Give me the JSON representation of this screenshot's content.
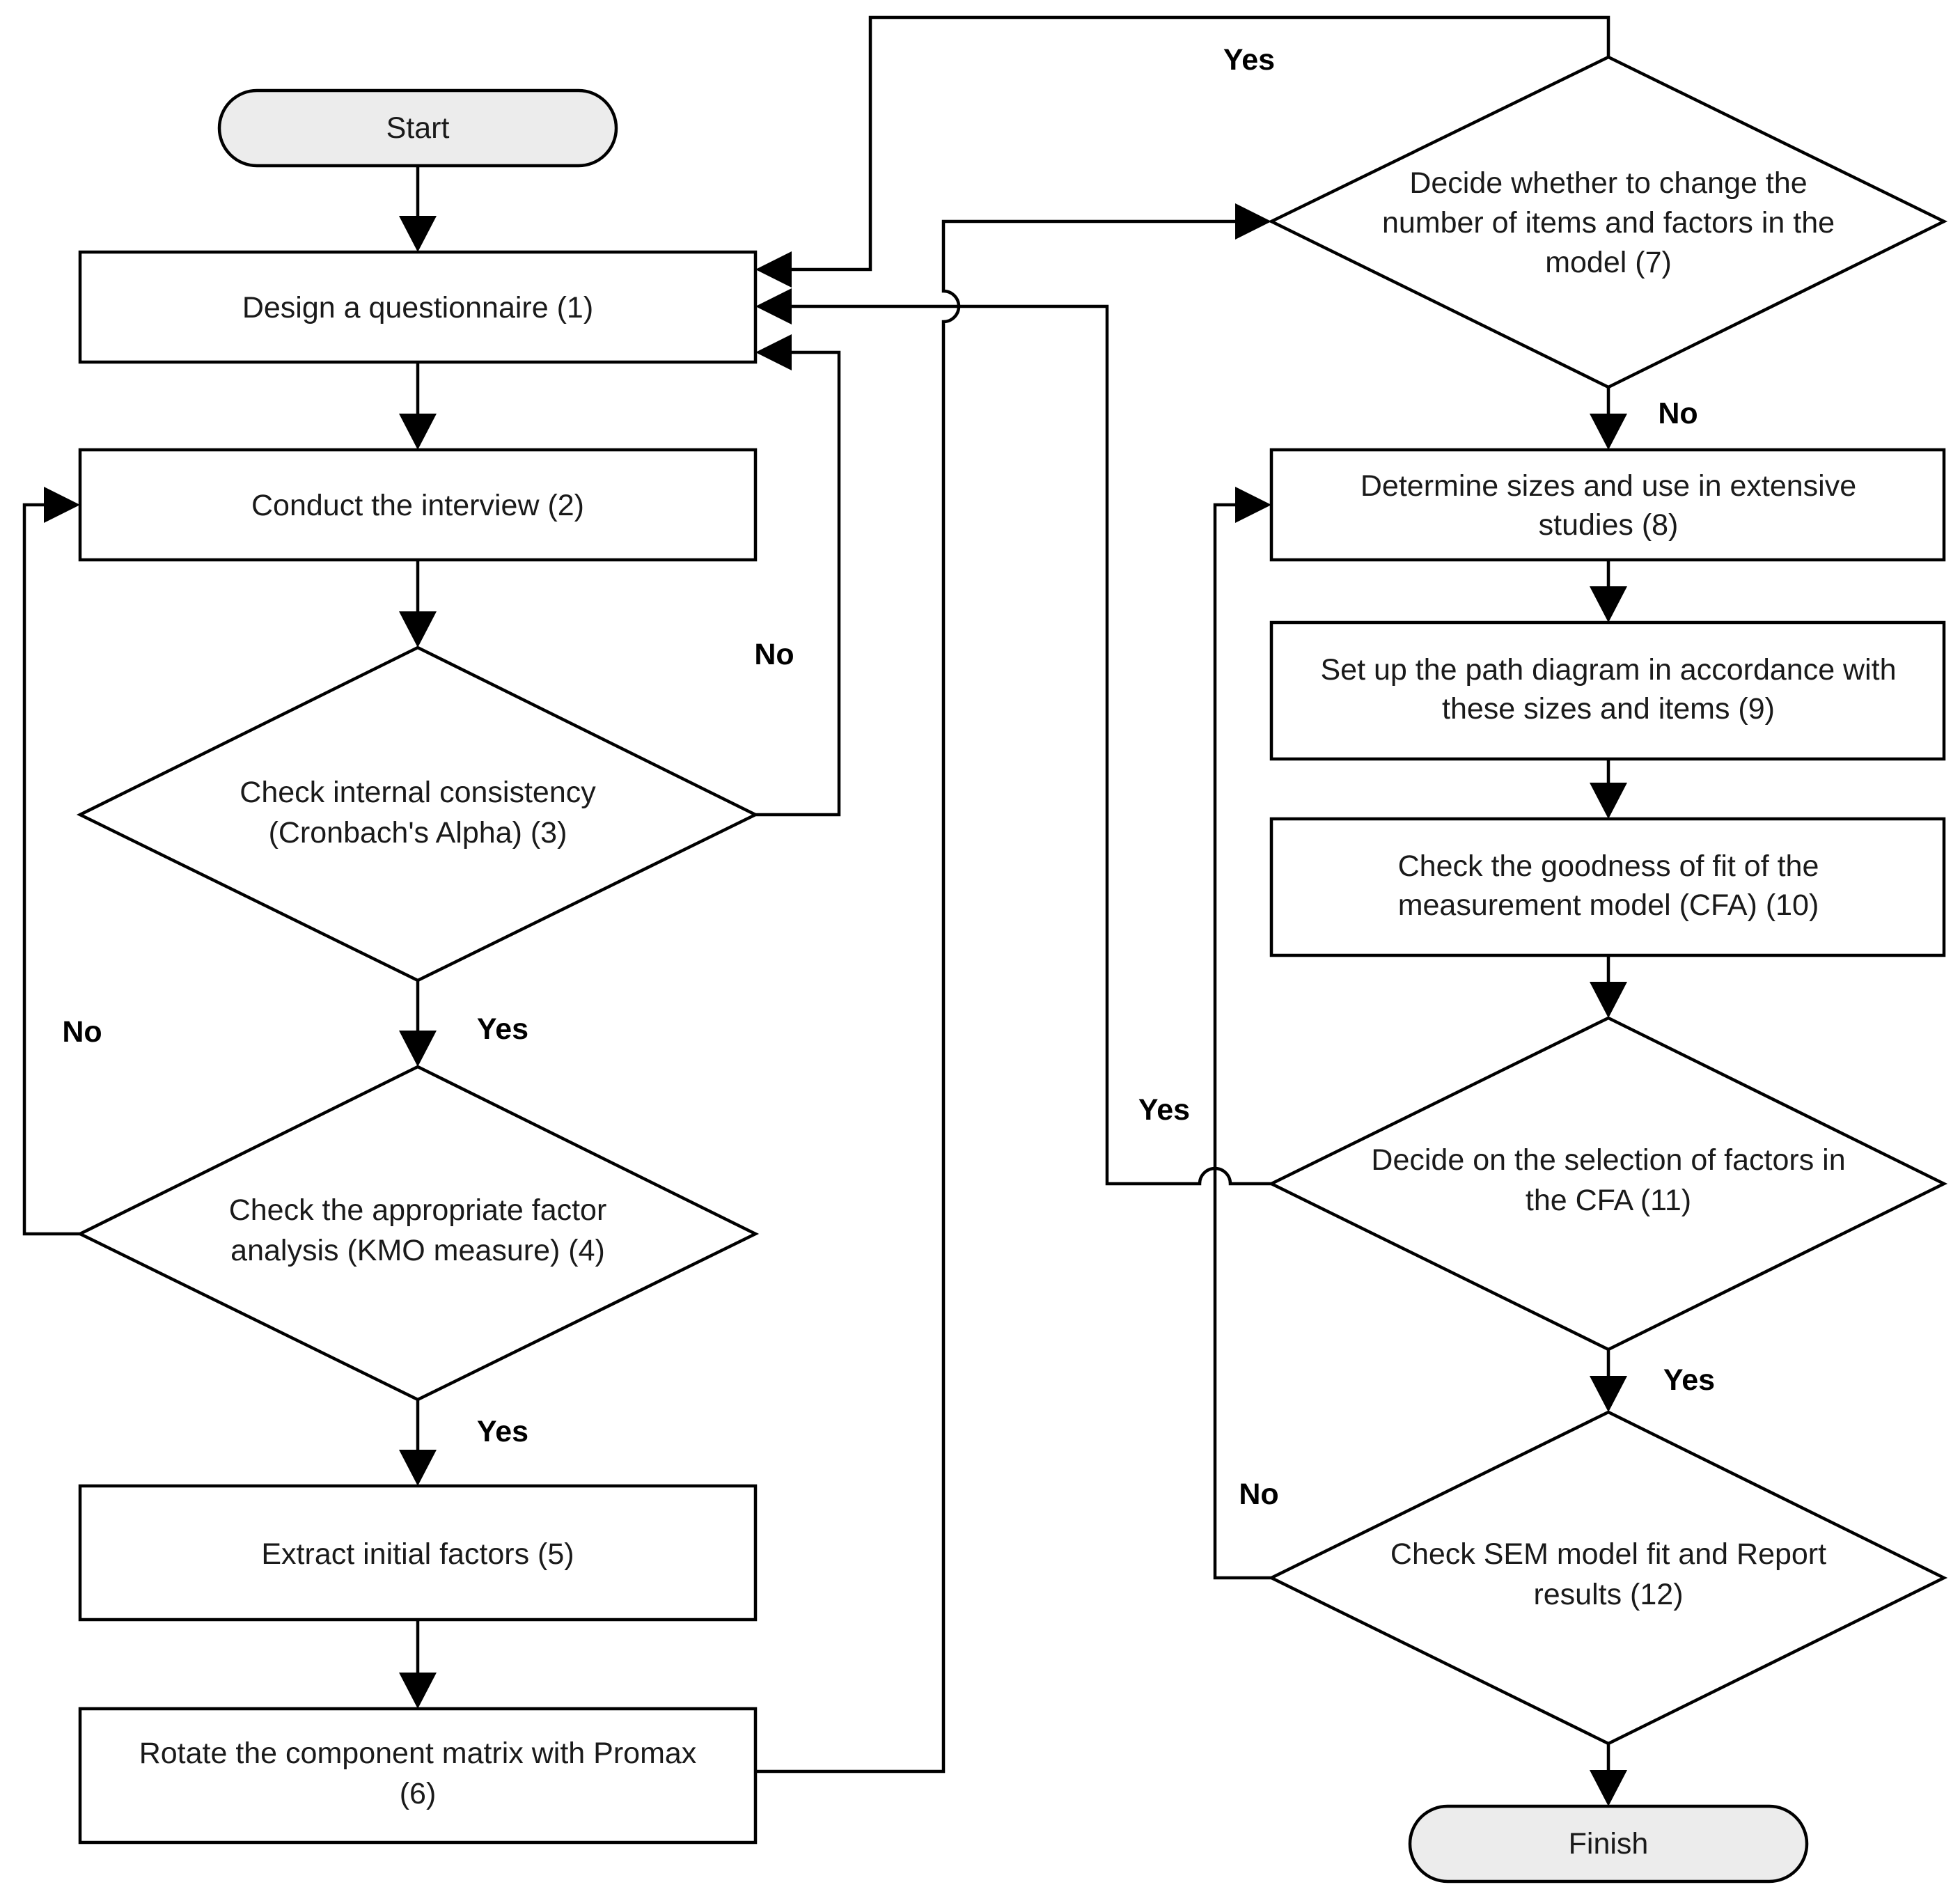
{
  "nodes": {
    "start": "Start",
    "n1": "Design a questionnaire (1)",
    "n2": "Conduct the interview (2)",
    "n3": [
      "Check internal consistency",
      "(Cronbach's Alpha) (3)"
    ],
    "n4": [
      "Check the appropriate factor",
      "analysis (KMO measure) (4)"
    ],
    "n5": "Extract initial factors (5)",
    "n6": [
      "Rotate the component matrix with Promax",
      "(6)"
    ],
    "n7": [
      "Decide whether to change the",
      "number of items and factors in the",
      "model (7)"
    ],
    "n8": [
      "Determine sizes and use in extensive",
      "studies (8)"
    ],
    "n9": [
      "Set up the path diagram in accordance with",
      "these sizes and items (9)"
    ],
    "n10": [
      "Check the goodness of fit of the",
      "measurement model (CFA) (10)"
    ],
    "n11": [
      "Decide on the selection of factors in",
      "the CFA (11)"
    ],
    "n12": [
      "Check SEM model fit and Report",
      "results (12)"
    ],
    "finish": "Finish"
  },
  "labels": {
    "n3_no": "No",
    "n3_yes": "Yes",
    "n4_no": "No",
    "n4_yes": "Yes",
    "n7_yes": "Yes",
    "n7_no": "No",
    "n11_yes_loop": "Yes",
    "n11_yes_down": "Yes",
    "n12_no": "No"
  }
}
